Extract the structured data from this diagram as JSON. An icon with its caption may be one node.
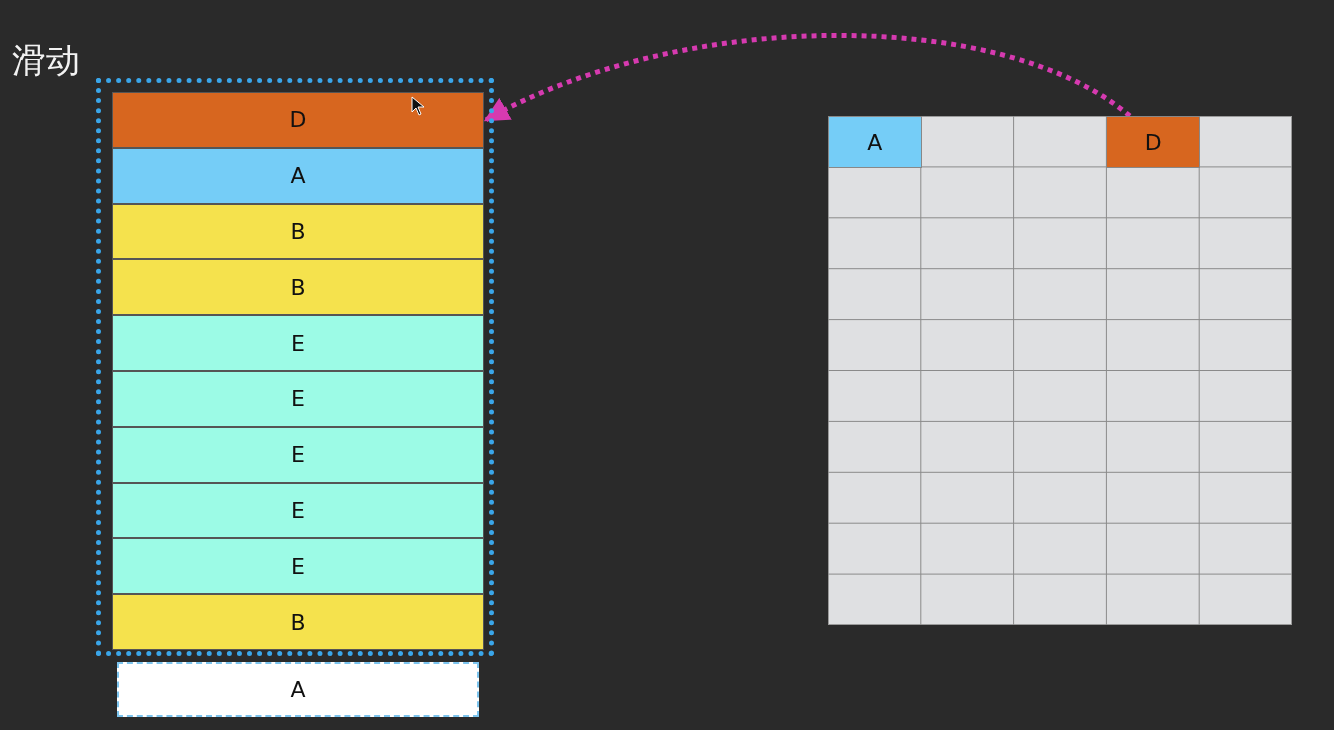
{
  "diagram": {
    "title": "滑动",
    "nodes": [
      {
        "text": [],
        "shape": "box"
      },
      {
        "text": [
          "D"
        ],
        "in": 0
      },
      {
        "text": [
          "A"
        ],
        "in": 0
      },
      {
        "text": [
          "B"
        ],
        "in": 0
      },
      {
        "text": [
          "B"
        ],
        "in": 0
      },
      {
        "text": [
          "E"
        ],
        "in": 0
      },
      {
        "text": [
          "E"
        ],
        "in": 0
      },
      {
        "text": [
          "E"
        ],
        "in": 0
      },
      {
        "text": [
          "E"
        ],
        "in": 0
      },
      {
        "text": [
          "E"
        ],
        "in": 0
      },
      {
        "text": [
          "B"
        ],
        "in": 0
      },
      {
        "text": [
          "A"
        ]
      },
      {
        "text": [],
        "shape": "box"
      },
      {
        "text": [
          "A"
        ],
        "in": 12
      },
      {
        "text": [
          "D"
        ],
        "in": 12
      }
    ],
    "edges": [
      {
        "from": 14,
        "to": 1,
        "arrow": "to",
        "style": "dashed",
        "color": "#d63ab0"
      }
    ]
  }
}
